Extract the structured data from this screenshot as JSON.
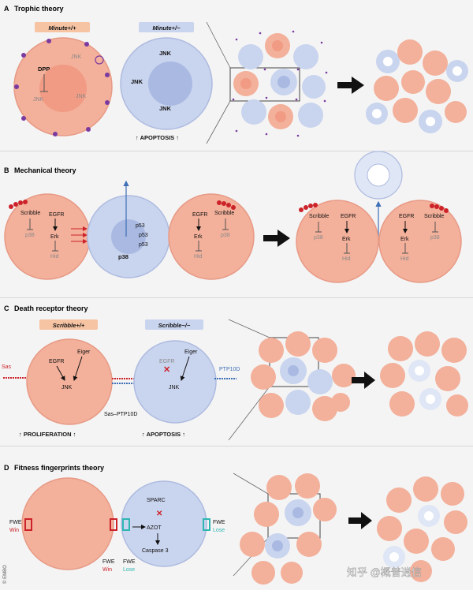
{
  "panel_a": {
    "letter": "A",
    "title": "Trophic theory",
    "wt_label": "Minute+/+",
    "mut_label": "Minute+/−",
    "wt_dpp": "DPP",
    "wt_jnk": "JNK",
    "mut_jnk": "JNK",
    "apoptosis": "APOPTOSIS"
  },
  "panel_b": {
    "letter": "B",
    "title": "Mechanical theory",
    "scribble": "Scribble",
    "p38": "p38",
    "egfr": "EGFR",
    "erk": "Erk",
    "hid": "Hid",
    "p53": "p53"
  },
  "panel_c": {
    "letter": "C",
    "title": "Death receptor theory",
    "wt_label": "Scribble+/+",
    "mut_label": "Scribble−/−",
    "egfr": "EGFR",
    "eiger": "Eiger",
    "jnk": "JNK",
    "sas": "Sas",
    "ptp10d": "PTP10D",
    "sas_ptp": "Sas–PTP10D",
    "proliferation": "PROLIFERATION",
    "apoptosis": "APOPTOSIS"
  },
  "panel_d": {
    "letter": "D",
    "title": "Fitness fingerprints theory",
    "sparc": "SPARC",
    "azot": "AZOT",
    "caspase": "Caspase 3",
    "fwe": "FWE",
    "win": "Win",
    "lose": "Lose"
  },
  "footer": {
    "copyright": "© EMBO",
    "watermark": "知乎 @概普逍信"
  },
  "colors": {
    "fit_cell": "#f3b09a",
    "fit_core": "#f19b84",
    "loser_cell": "#c9d4ee",
    "loser_core": "#a9b9e2",
    "arrow_red": "#cc2229",
    "arrow_blue": "#3f6fb6",
    "label_orange": "#f6c3a3",
    "label_blue": "#c9d4ee"
  }
}
